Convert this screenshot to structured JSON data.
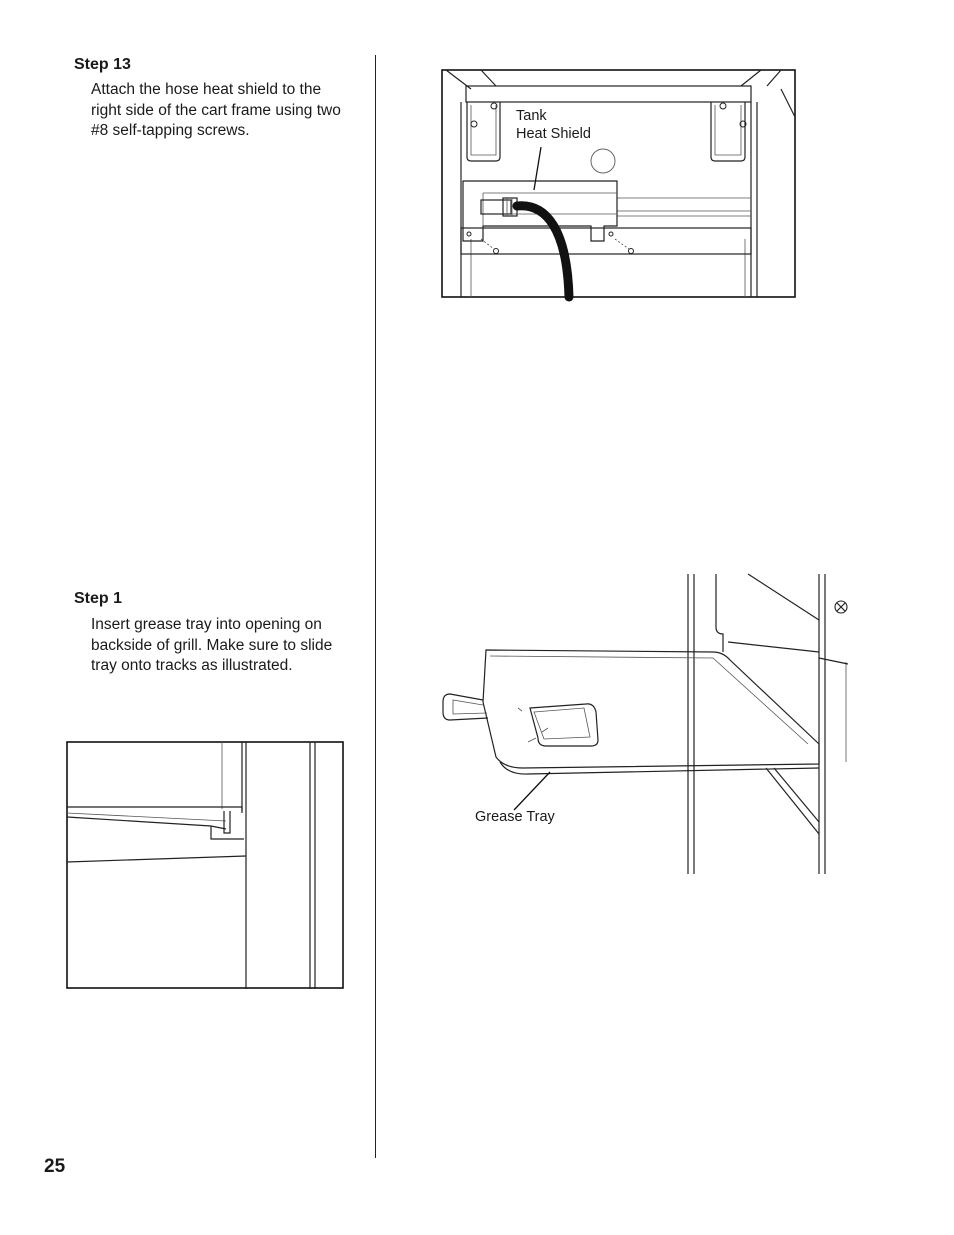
{
  "steps": [
    {
      "title": "Step 13",
      "text": "Attach the hose heat shield to the right side of the cart frame using two #8 self-tapping screws."
    },
    {
      "title": "Step 1",
      "text": "Insert grease tray into opening on backside of grill. Make sure to slide tray onto tracks as illustrated."
    }
  ],
  "figures": {
    "heat_shield": {
      "label_line1": "Tank",
      "label_line2": "Heat Shield"
    },
    "grease_tray": {
      "label": "Grease Tray"
    }
  },
  "page_number": "25"
}
